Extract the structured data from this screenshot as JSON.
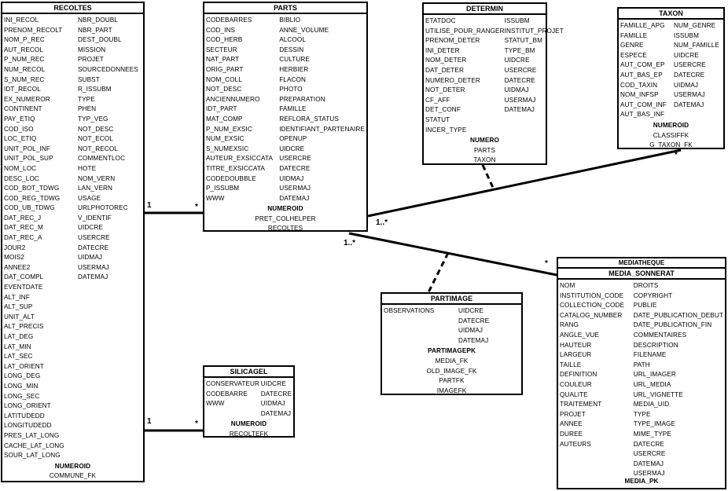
{
  "recoltes": {
    "title": "RECOLTES",
    "col1": [
      "INI_RECOL",
      "PRENOM_RECOLT",
      "NOM_P_REC",
      "AUT_RECOL",
      "P_NUM_REC",
      "NUM_RECOL",
      "S_NUM_REC",
      "IDT_RECOL",
      "EX_NUMEROR",
      "CONTINENT",
      "PAY_ETIQ",
      "COD_ISO",
      "LOC_ETIQ",
      "UNIT_POL_INF",
      "UNIT_POL_SUP",
      "NOM_LOC",
      "DESC_LOC",
      "COD_BOT_TDWG",
      "COD_REG_TDWG",
      "COD_UB_TDWG",
      "DAT_REC_J",
      "DAT_REC_M",
      "DAT_REC_A",
      "JOUR2",
      "MOIS2",
      "ANNEE2",
      "DAT_COMPL",
      "EVENTDATE",
      "ALT_INF",
      "ALT_SUP",
      "UNIT_ALT",
      "ALT_PRECIS",
      "LAT_DEG",
      "LAT_MIN",
      "LAT_SEC",
      "LAT_ORIENT",
      "LONG_DEG",
      "LONG_MIN",
      "LONG_SEC",
      "LONG_ORIENT",
      "LATITUDEDD",
      "LONGITUDEDD",
      "PRES_LAT_LONG",
      "CACHE_LAT_LONG",
      "SOUR_LAT_LONG"
    ],
    "col2": [
      "NBR_DOUBL",
      "NBR_PART",
      "DEST_DOUBL",
      "MISSION",
      "PROJET",
      "SOURCEDONNEES",
      "SUBST",
      "R_ISSUBM",
      "TYPE",
      "PHEN",
      "TYP_VEG",
      "NOT_DESC",
      "NOT_ECOL",
      "NOT_RECOL",
      "COMMENTLOC",
      "HOTE",
      "NOM_VERN",
      "LAN_VERN",
      "USAGE",
      "URLPHOTOREC",
      "V_IDENTIF",
      "UIDCRE",
      "USERCRE",
      "DATECRE",
      "UIDMAJ",
      "USERMAJ",
      "DATEMAJ"
    ],
    "pk": "NUMEROID",
    "keys": [
      "COMMUNE_FK"
    ]
  },
  "parts": {
    "title": "PARTS",
    "col1": [
      "CODEBARRES",
      "COD_INS",
      "COD_HERB",
      "SECTEUR",
      "NAT_PART",
      "ORIG_PART",
      "NOM_COLL",
      "NOT_DESC",
      "ANCIENNUMERO",
      "IDT_PART",
      "MAT_COMP",
      "P_NUM_EXSIC",
      "NUM_EXSIC",
      "S_NUMEXSIC",
      "AUTEUR_EXSICCATA",
      "TITRE_EXSICCATA",
      "CODEDOUBBLE",
      "P_ISSUBM",
      "WWW"
    ],
    "col2": [
      "BIBLIO",
      "ANNE_VOLUME",
      "ALCOOL",
      "DESSIN",
      "CULTURE",
      "HERBIER",
      "FLACON",
      "PHOTO",
      "PREPARATION",
      "FAMILLE",
      "REFLORA_STATUS",
      "IDENTIFIANT_PARTENAIRE",
      "OPENUP",
      "UIDCRE",
      "USERCRE",
      "DATECRE",
      "UIDMAJ",
      "USERMAJ",
      "DATEMAJ"
    ],
    "pk": "NUMEROID",
    "keys": [
      "PRET_COLHELPER",
      "RECOLTES"
    ]
  },
  "determin": {
    "title": "DETERMIN",
    "col1": [
      "ETATDOC",
      "UTILISE_POUR_RANGER",
      "PRENOM_DETER",
      "INI_DETER",
      "NOM_DETER",
      "DAT_DETER",
      "NUMERO_DETER",
      "NOT_DETER",
      "CF_AFF",
      "DET_CONF",
      "STATUT",
      "INCER_TYPE"
    ],
    "col2": [
      "ISSUBM",
      "INSTITUT_PROJET",
      "STATUT_BM",
      "TYPE_BM",
      "UIDCRE",
      "USERCRE",
      "DATECRE",
      "UIDMAJ",
      "USERMAJ",
      "DATEMAJ"
    ],
    "pk": "NUMERO",
    "keys": [
      "PARTS",
      "TAXON"
    ]
  },
  "taxon": {
    "title": "TAXON",
    "col1": [
      "FAMILLE_APG",
      "FAMILLE",
      "GENRE",
      "ESPECE",
      "AUT_COM_EP",
      "AUT_BAS_EP",
      "COD_TAXIN",
      "NOM_INFSP",
      "AUT_COM_INF",
      "AUT_BAS_INF"
    ],
    "col2": [
      "NUM_GENRE",
      "ISSUBM",
      "NUM_FAMILLE",
      "UIDCRE",
      "USERCRE",
      "DATECRE",
      "UIDMAJ",
      "USERMAJ",
      "DATEMAJ"
    ],
    "pk": "NUMEROID",
    "keys": [
      "CLASSIFFK",
      "G_TAXON_FK"
    ]
  },
  "silicagel": {
    "title": "SILICAGEL",
    "col1": [
      "CONSERVATEUR",
      "CODEBARRE",
      "WWW"
    ],
    "col2": [
      "UIDCRE",
      "DATECRE",
      "UIDMAJ",
      "DATEMAJ"
    ],
    "pk": "NUMEROID",
    "keys": [
      "RECOLTEFK"
    ]
  },
  "partimage": {
    "title": "PARTIMAGE",
    "col1": [
      "OBSERVATIONS"
    ],
    "col2": [
      "UIDCRE",
      "DATECRE",
      "UIDMAJ",
      "DATEMAJ"
    ],
    "pk": "PARTIMAGEPK",
    "keys": [
      "MEDIA_FK",
      "OLD_IMAGE_FK",
      "PARTFK",
      "IMAGEFK"
    ]
  },
  "media": {
    "title": "MEDIATHEQUE",
    "subtitle": "MEDIA_SONNERAT",
    "col1": [
      "NOM",
      "INSTITUTION_CODE",
      "COLLECTION_CODE",
      "CATALOG_NUMBER",
      "RANG",
      "ANGLE_VUE",
      "HAUTEUR",
      "LARGEUR",
      "TAILLE",
      "DEFINITION",
      "COULEUR",
      "QUALITE",
      "TRAITEMENT",
      "PROJET",
      "ANNEE",
      "DUREE",
      "AUTEURS"
    ],
    "col2": [
      "DROITS",
      "COPYRIGHT",
      "PUBLIE",
      "DATE_PUBLICATION_DEBUT",
      "DATE_PUBLICATION_FIN",
      "COMMENTAIRES",
      "DESCRIPTION",
      "FILENAME",
      "PATH",
      "URL_IMAGER",
      "URL_MEDIA",
      "URL_VIGNETTE",
      "MEDIA_UID",
      "TYPE",
      "TYPE_IMAGE",
      "MIME_TYPE",
      "DATECRE",
      "USERCRE",
      "DATEMAJ",
      "USERMAJ"
    ],
    "pk": "MEDIA_PK"
  },
  "labels": {
    "rec_parts_one": "1",
    "rec_parts_many": "*",
    "rec_sil_one": "1",
    "rec_sil_many": "*",
    "parts_taxon_many": "1..*",
    "taxon_end": "*",
    "parts_media": "1..*",
    "media_end": "*"
  }
}
